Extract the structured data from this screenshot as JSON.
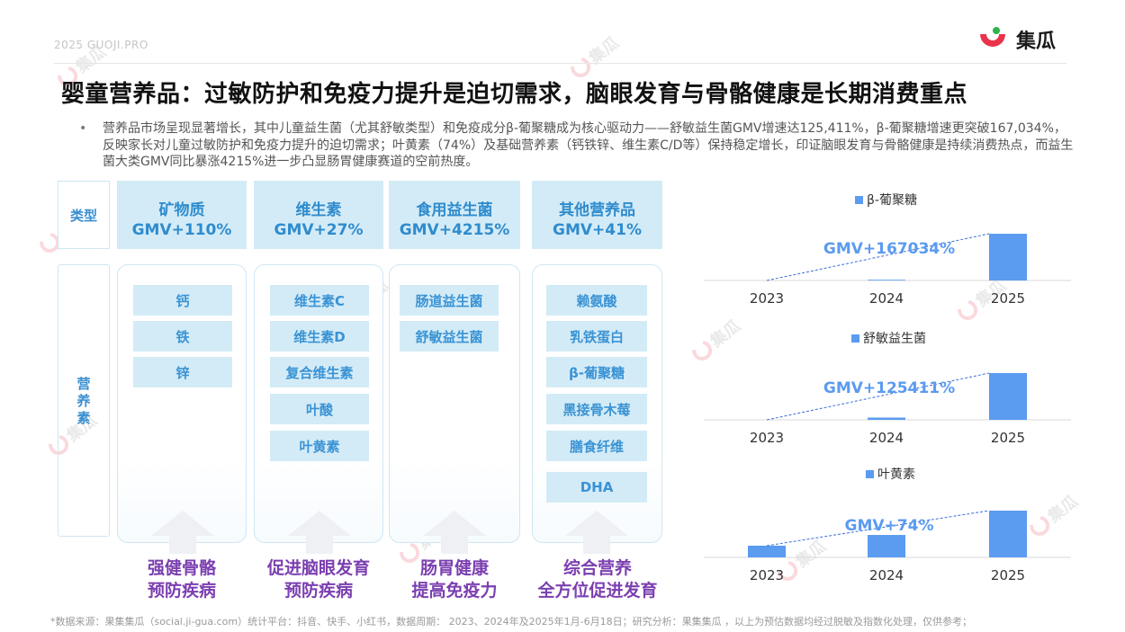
{
  "header": {
    "year_tag": "2025 GUOJI.PRO",
    "logo_text": "集瓜",
    "title": "婴童营养品：过敏防护和免疫力提升是迫切需求，脑眼发育与骨骼健康是长期消费重点",
    "summary_bullet": "•",
    "summary": "营养品市场呈现显著增长，其中儿童益生菌（尤其舒敏类型）和免疫成分β-葡聚糖成为核心驱动力——舒敏益生菌GMV增速达125,411%，β-葡聚糖增速更突破167,034%，反映家长对儿童过敏防护和免疫力提升的迫切需求；叶黄素（74%）及基础营养素（钙铁锌、维生素C/D等）保持稳定增长，印证脑眼发育与骨骼健康是持续消费热点，而益生菌大类GMV同比暴涨4215%进一步凸显肠胃健康赛道的空前热度。"
  },
  "table": {
    "type_label": "类型",
    "nutrient_label": "营养素",
    "columns": [
      {
        "name": "矿物质",
        "gmv": "GMV+110%",
        "items": [
          "钙",
          "铁",
          "锌"
        ],
        "purpose": [
          "强健骨骼",
          "预防疾病"
        ]
      },
      {
        "name": "维生素",
        "gmv": "GMV+27%",
        "items": [
          "维生素C",
          "维生素D",
          "复合维生素",
          "叶酸",
          "叶黄素"
        ],
        "purpose": [
          "促进脑眼发育",
          "预防疾病"
        ]
      },
      {
        "name": "食用益生菌",
        "gmv": "GMV+4215%",
        "items": [
          "肠道益生菌",
          "舒敏益生菌"
        ],
        "purpose": [
          "肠胃健康",
          "提高免疫力"
        ]
      },
      {
        "name": "其他营养品",
        "gmv": "GMV+41%",
        "items": [
          "赖氨酸",
          "乳铁蛋白",
          "β-葡聚糖",
          "黑接骨木莓",
          "膳食纤维",
          "DHA"
        ],
        "purpose": [
          "综合营养",
          "全方位促进发育"
        ]
      }
    ]
  },
  "colors": {
    "accent_blue": "#3a93d4",
    "box_fill": "#d3ebf7",
    "purpose_purple": "#7b3fb0",
    "bar_blue": "#5b9bf0",
    "logo_red": "#e8334a",
    "logo_green": "#2fb24c"
  },
  "chart_data": [
    {
      "type": "bar",
      "title": "β-葡聚糖",
      "categories": [
        "2023",
        "2024",
        "2025"
      ],
      "values": [
        0.0,
        1.6,
        100
      ],
      "annotation": "GMV+167034%",
      "ylim": [
        0,
        100
      ],
      "grid": false,
      "legend": "top"
    },
    {
      "type": "bar",
      "title": "舒敏益生菌",
      "categories": [
        "2023",
        "2024",
        "2025"
      ],
      "values": [
        0.0,
        4.8,
        100
      ],
      "annotation": "GMV+125411%",
      "ylim": [
        0,
        100
      ],
      "grid": false,
      "legend": "top"
    },
    {
      "type": "bar",
      "title": "叶黄素",
      "categories": [
        "2023",
        "2024",
        "2025"
      ],
      "values": [
        25,
        48,
        100
      ],
      "annotation": "GMV+74%",
      "ylim": [
        0,
        100
      ],
      "grid": false,
      "legend": "top"
    }
  ],
  "footer": "*数据来源：果集集瓜（social.ji-gua.com）统计平台：抖音、快手、小红书，数据周期： 2023、2024年及2025年1月-6月18日；研究分析：果集集瓜 ，以上为预估数据均经过脱敏及指数化处理，仅供参考；",
  "watermark_text": "集瓜"
}
